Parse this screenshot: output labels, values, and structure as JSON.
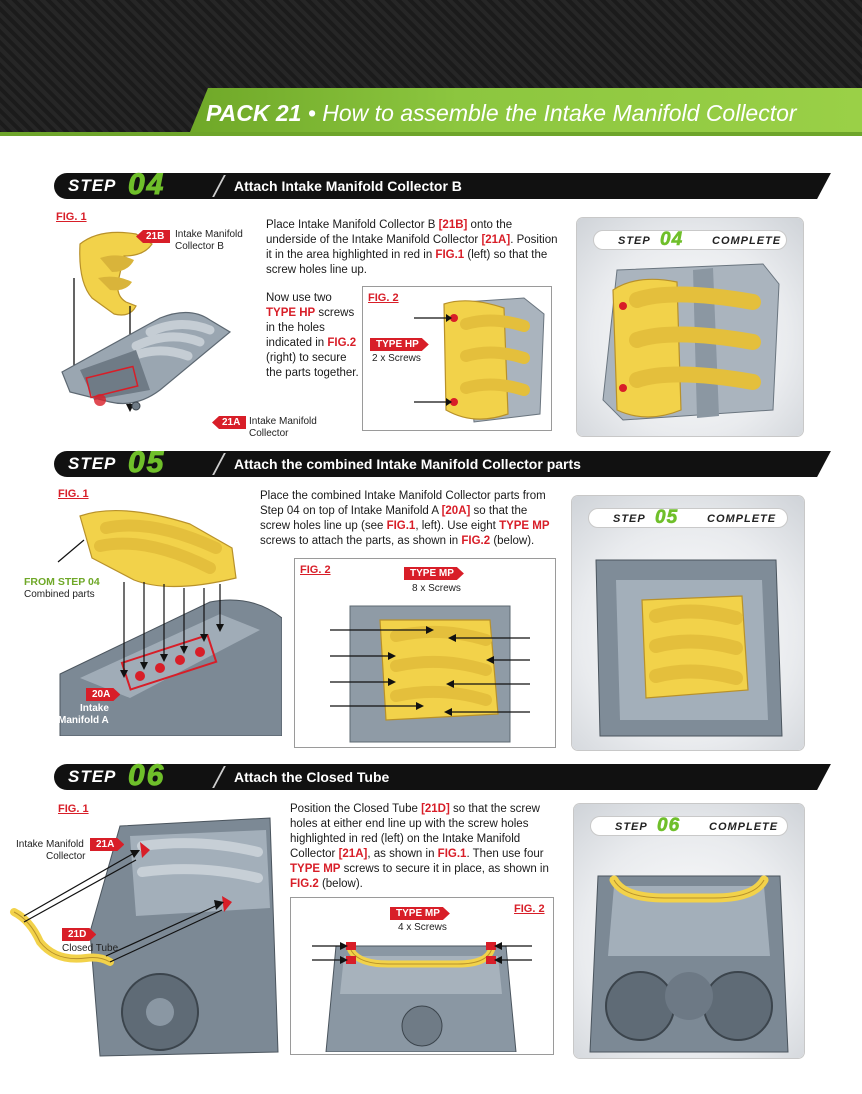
{
  "header": {
    "pack": "PACK 21",
    "separator": "•",
    "title": "How to assemble the Intake Manifold Collector"
  },
  "step_word": "STEP",
  "complete_word": "COMPLETE",
  "steps": [
    {
      "number": "04",
      "title": "Attach Intake Manifold Collector B",
      "fig1_label": "FIG. 1",
      "fig2_label": "FIG. 2",
      "part_21b": {
        "id": "21B",
        "name_line1": "Intake Manifold",
        "name_line2": "Collector B"
      },
      "part_21a": {
        "id": "21A",
        "name_line1": "Intake Manifold",
        "name_line2": "Collector"
      },
      "text1": {
        "a": "Place Intake Manifold Collector B ",
        "b": "[21B]",
        "c": " onto the underside of the Intake Manifold Collector ",
        "d": "[21A]",
        "e": ". Position it in the area highlighted in red in ",
        "f": "FIG.1",
        "g": " (left) so that the screw holes line up."
      },
      "text2": {
        "a": "Now use two ",
        "b": "TYPE HP",
        "c": " screws in the holes indicated in ",
        "d": "FIG.2",
        "e": " (right) to secure the parts together."
      },
      "screw_type": "TYPE HP",
      "screw_count": "2 x Screws"
    },
    {
      "number": "05",
      "title": "Attach the combined Intake Manifold Collector parts",
      "fig1_label": "FIG. 1",
      "fig2_label": "FIG. 2",
      "from_step": "FROM STEP 04",
      "from_step_sub": "Combined parts",
      "part_20a": {
        "id": "20A",
        "name_line1": "Intake",
        "name_line2": "Manifold A"
      },
      "text1": {
        "a": "Place the combined Intake Manifold Collector parts from Step 04 on top of Intake Manifold A ",
        "b": "[20A]",
        "c": " so that the screw holes line up (see ",
        "d": "FIG.1",
        "e": ", left). Use eight ",
        "f": "TYPE MP",
        "g": " screws to attach the parts, as shown in ",
        "h": "FIG.2",
        "i": " (below)."
      },
      "screw_type": "TYPE MP",
      "screw_count": "8 x Screws"
    },
    {
      "number": "06",
      "title": "Attach the Closed Tube",
      "fig1_label": "FIG. 1",
      "fig2_label": "FIG. 2",
      "part_21a": {
        "id": "21A",
        "name_line1": "Intake Manifold",
        "name_line2": "Collector"
      },
      "part_21d": {
        "id": "21D",
        "name": "Closed Tube"
      },
      "text1": {
        "a": "Position the Closed Tube ",
        "b": "[21D]",
        "c": " so that the screw holes at either end line up with the screw holes highlighted in red (left) on the Intake Manifold Collector ",
        "d": "[21A]",
        "e": ", as shown in ",
        "f": "FIG.1",
        "g": ". Then use four ",
        "h": "TYPE MP",
        "i": " screws to secure it in place, as shown in ",
        "j": "FIG.2",
        "k": " (below)."
      },
      "screw_type": "TYPE MP",
      "screw_count": "4 x Screws"
    }
  ],
  "colors": {
    "accent_green": "#8cc63f",
    "step_green": "#6fbf2a",
    "highlight_red": "#d81e28",
    "part_yellow": "#f2d24a",
    "engine_grey": "#8a97a3"
  }
}
